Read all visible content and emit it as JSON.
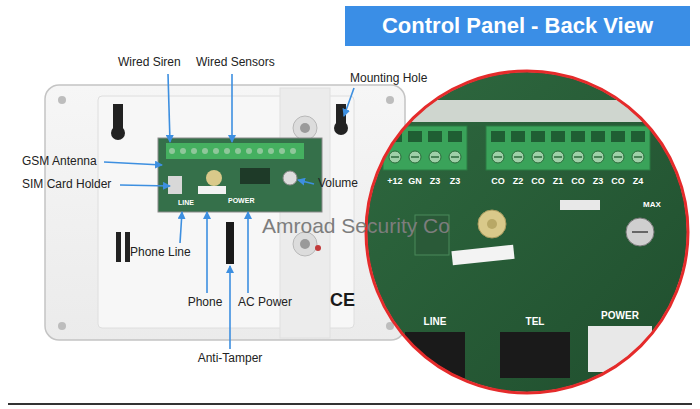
{
  "diagram": {
    "title": "Control Panel - Back View",
    "labels": [
      "Wired Siren",
      "Wired Sensors",
      "Mounting Hole",
      "GSM Antenna",
      "SIM Card Holder",
      "Volume",
      "Phone Line",
      "Phone",
      "AC Power",
      "Anti-Tamper",
      "Amroad Security Co",
      "CE",
      "LINE",
      "POWER",
      "+12",
      "GN",
      "Z3",
      "Z3",
      "CO",
      "Z2",
      "CO",
      "Z1",
      "CO",
      "Z3",
      "CO",
      "Z4",
      "LINE",
      "TEL",
      "POWER",
      "MAX"
    ]
  }
}
